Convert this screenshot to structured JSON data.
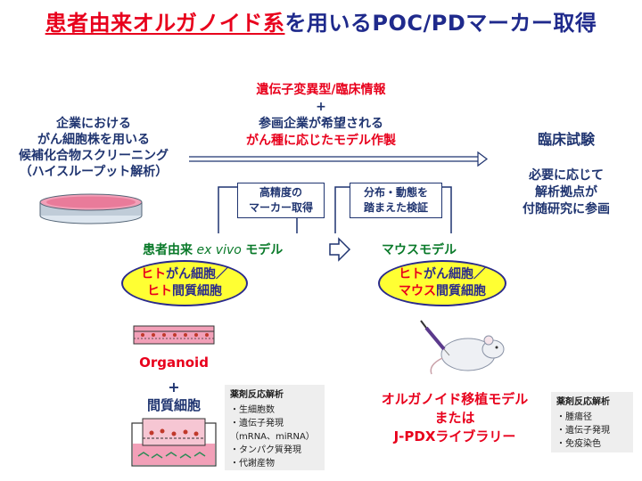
{
  "title": {
    "highlight": "患者由来オルガノイド系",
    "rest": "を用いるPOC/PDマーカー取得"
  },
  "top_center": {
    "line1": "遺伝子変異型/臨床情報",
    "plus": "+",
    "line2": "参画企業が希望される",
    "line3": "がん種に応じたモデル作製"
  },
  "left_block": {
    "line1": "企業における",
    "line2": "がん細胞株を用いる",
    "line3": "候補化合物スクリーニング",
    "line4": "（ハイスループット解析）"
  },
  "right_block": {
    "title": "臨床試験",
    "line1": "必要に応じて",
    "line2": "解析拠点が",
    "line3": "付随研究に参画"
  },
  "label_boxes": {
    "left": [
      "高精度の",
      "マーカー取得"
    ],
    "right": [
      "分布・動態を",
      "踏まえた検証"
    ]
  },
  "exvivo": {
    "prefix": "患者由来",
    "italic": "ex vivo",
    "suffix": "モデル",
    "ellipse": {
      "l1_red": "ヒト",
      "l1_rest": "がん細胞／",
      "l2_red": "ヒト",
      "l2_rest": "間質細胞"
    },
    "organoid": "Organoid",
    "plus": "+",
    "stroma": "間質細胞",
    "assay": {
      "header": "薬剤反応解析",
      "items": [
        "・生細胞数",
        "・遺伝子発現",
        "（mRNA、miRNA）",
        "・タンパク質発現",
        "・代謝産物"
      ]
    }
  },
  "mouse": {
    "label": "マウスモデル",
    "ellipse": {
      "l1_red": "ヒト",
      "l1_rest": "がん細胞／",
      "l2_red": "マウス",
      "l2_rest": "間質細胞"
    },
    "transplant": [
      "オルガノイド移植モデル",
      "または",
      "J-PDXライブラリー"
    ],
    "assay": {
      "header": "薬剤反応解析",
      "items": [
        "・腫瘍径",
        "・遺伝子発現",
        "・免疫染色"
      ]
    }
  },
  "colors": {
    "navy": "#1f3470",
    "red": "#e8001c",
    "green": "#0a7a2a",
    "yellow": "#ffff33",
    "dish_pink": "#f2a0b8"
  }
}
